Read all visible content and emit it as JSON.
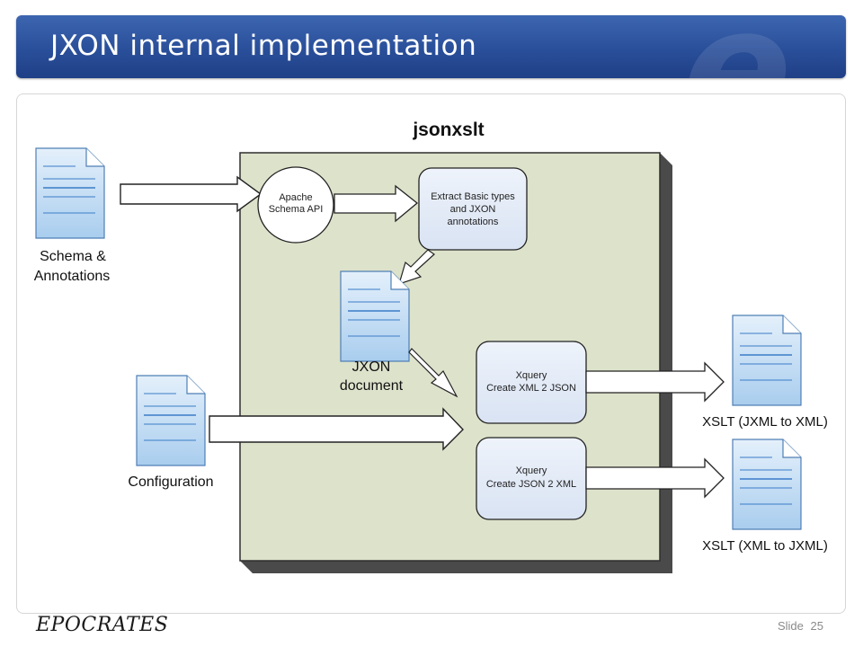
{
  "slide": {
    "title": "JXON internal implementation",
    "footer_logo": "EPOCRATES",
    "slide_label": "Slide",
    "slide_number": "25"
  },
  "diagram": {
    "container_label": "jsonxslt",
    "inputs": {
      "schema_line1": "Schema &",
      "schema_line2": "Annotations",
      "configuration": "Configuration"
    },
    "nodes": {
      "apache_line1": "Apache",
      "apache_line2": "Schema API",
      "extract_line1": "Extract Basic types",
      "extract_line2": "and JXON",
      "extract_line3": "annotations",
      "jxon_doc_line1": "JXON",
      "jxon_doc_line2": "document",
      "xq1_line1": "Xquery",
      "xq1_line2": "Create XML 2 JSON",
      "xq2_line1": "Xquery",
      "xq2_line2": "Create JSON 2 XML"
    },
    "outputs": {
      "xslt_jxml_to_xml": "XSLT (JXML to XML)",
      "xslt_xml_to_jxml": "XSLT (XML to JXML)"
    }
  }
}
